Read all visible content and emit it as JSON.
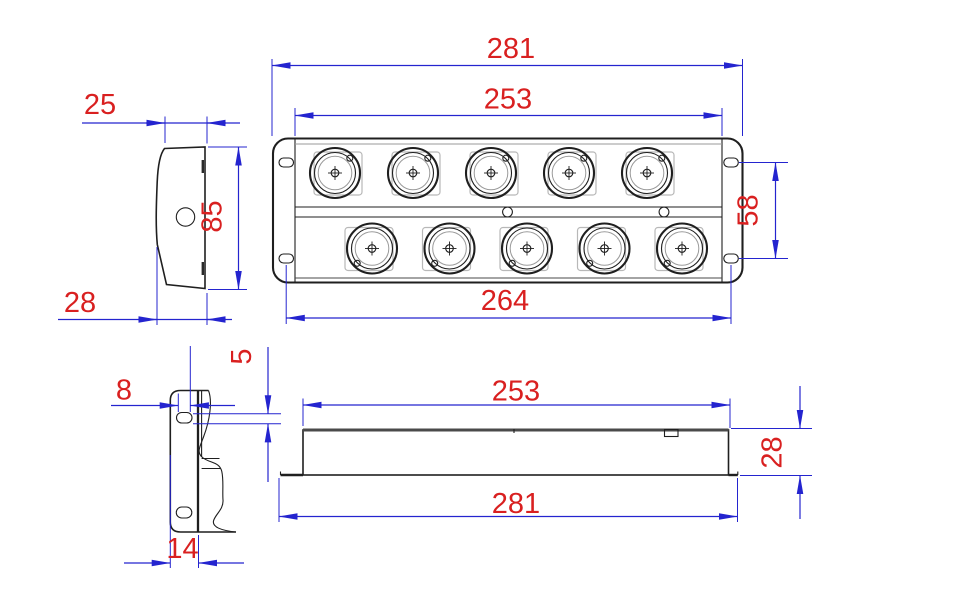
{
  "colors": {
    "blue": "#2424cf",
    "red": "#d92020",
    "geometry": "#1f1f1f",
    "plate": "#b8b8b8"
  },
  "lights": {
    "rows": 2,
    "per_row": 5
  },
  "views": {
    "side": {
      "dims": {
        "top_width": "25",
        "height": "85",
        "bottom_width": "28"
      }
    },
    "front": {
      "dims": {
        "overall_width": "281",
        "inner_width": "253",
        "slot_span": "264",
        "slot_vertical_span": "58"
      }
    },
    "bracket": {
      "dims": {
        "slot_length": "8",
        "slot_height": "5",
        "base_width": "14"
      }
    },
    "bottom": {
      "dims": {
        "inner_width": "253",
        "overall_width": "281",
        "height": "28"
      }
    }
  }
}
